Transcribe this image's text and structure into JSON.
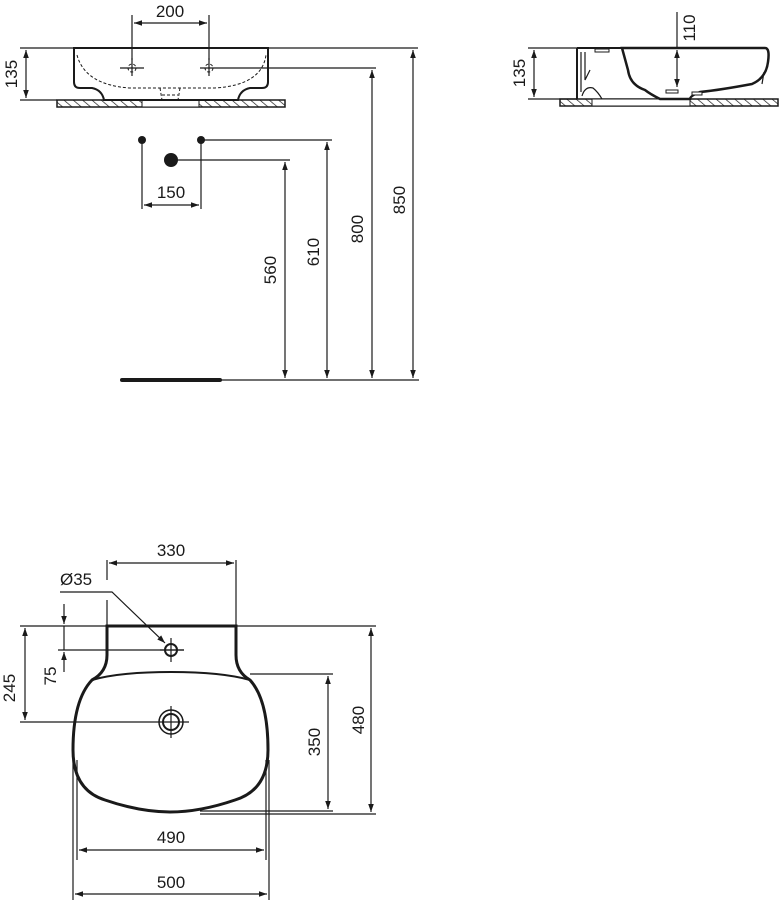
{
  "drawing": {
    "front_view": {
      "height_label": "135",
      "tap_spacing_label": "200"
    },
    "side_view": {
      "height_label": "135",
      "bowl_depth_label": "110"
    },
    "elevation": {
      "supply_spacing_label": "150",
      "waste_height_label": "560",
      "supply_height_label": "610",
      "countertop_height_label": "800",
      "rim_height_label": "850"
    },
    "plan_view": {
      "deck_width_label": "330",
      "tap_hole_diameter_label": "Ø35",
      "tap_hole_offset_label": "75",
      "waste_offset_label": "245",
      "bowl_depth_label": "350",
      "overall_depth_label": "480",
      "bowl_width_label": "490",
      "overall_width_label": "500"
    },
    "colors": {
      "line": "#1a1a1a",
      "background": "#ffffff"
    }
  }
}
